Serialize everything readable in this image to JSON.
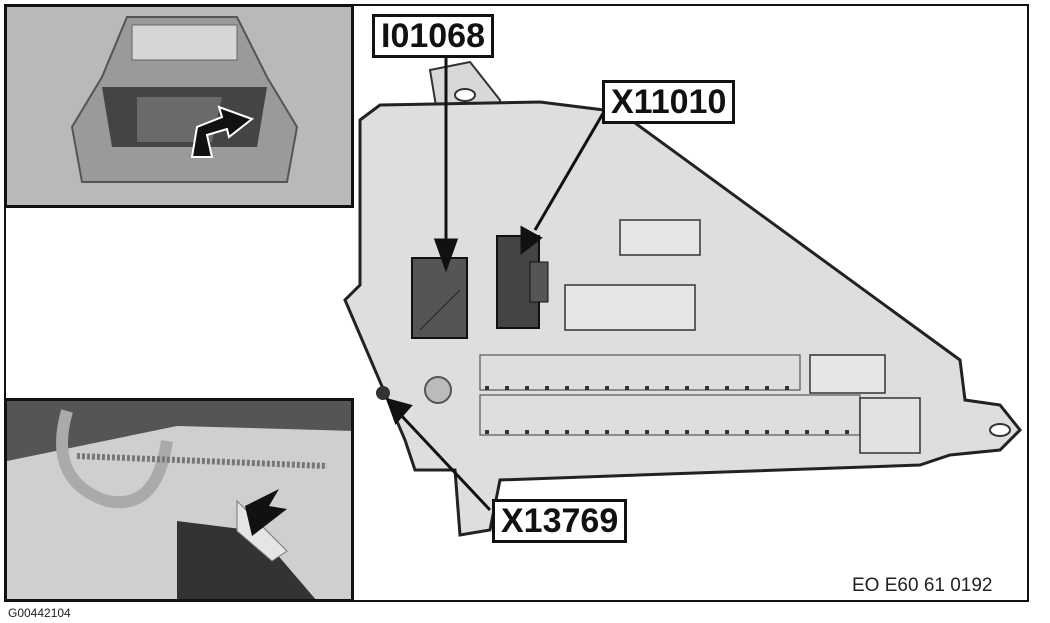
{
  "diagram": {
    "type": "component-location",
    "subject": "Fuse / junction box in trunk with labeled connectors",
    "callouts": [
      {
        "id": "I01068",
        "target": "dark square module (center-left)"
      },
      {
        "id": "X11010",
        "target": "dark connector (center)"
      },
      {
        "id": "X13769",
        "target": "ground point / hole (lower-left of box)"
      }
    ],
    "insets": [
      {
        "name": "trunk-view",
        "description": "Rear of car with trunk open, curved arrow indicating panel removal"
      },
      {
        "name": "box-location",
        "description": "Close-up of trunk side with arrow pointing to fuse box"
      }
    ],
    "drawing_code": "EO E60 61 0192",
    "figure_id": "G00442104"
  }
}
